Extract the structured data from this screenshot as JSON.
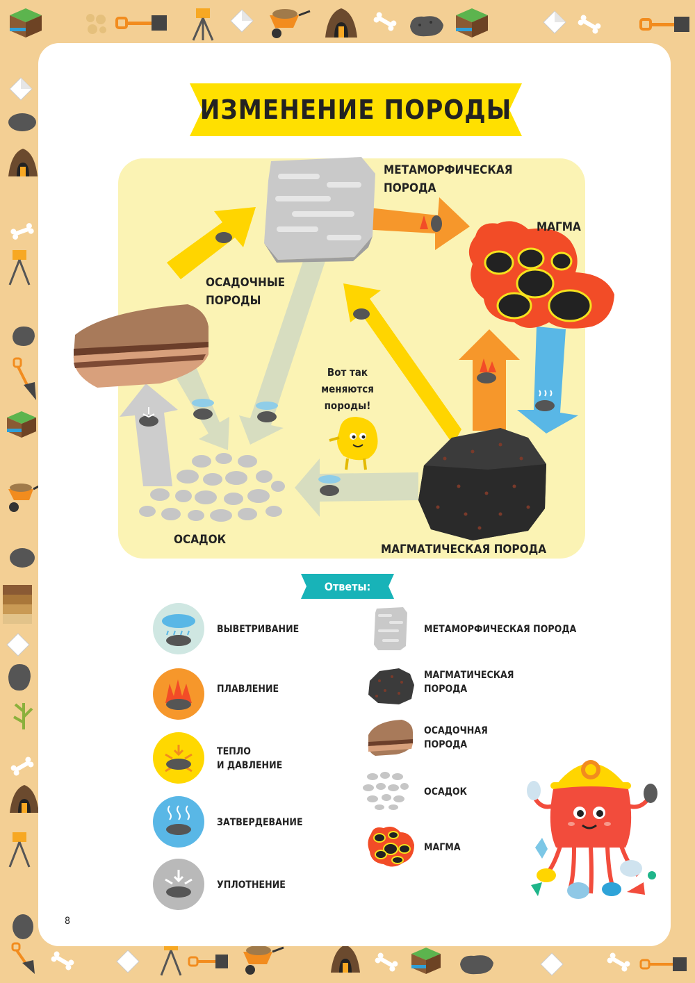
{
  "title": "ИЗМЕНЕНИЕ ПОРОДЫ",
  "cycle": {
    "metamorphic_label_1": "МЕТАМОРФИЧЕСКАЯ",
    "metamorphic_label_2": "ПОРОДА",
    "magma_label": "МАГМА",
    "sedimentary_label_1": "ОСАДОЧНЫЕ",
    "sedimentary_label_2": "ПОРОДЫ",
    "sediment_label": "ОСАДОК",
    "igneous_label": "МАГМАТИЧЕСКАЯ ПОРОДА",
    "note_1": "Вот так",
    "note_2": "меняются",
    "note_3": "породы!"
  },
  "answers": {
    "heading": "Ответы:",
    "processes": [
      {
        "label_1": "ВЫВЕТРИВАНИЕ",
        "label_2": ""
      },
      {
        "label_1": "ПЛАВЛЕНИЕ",
        "label_2": ""
      },
      {
        "label_1": "ТЕПЛО",
        "label_2": "И ДАВЛЕНИЕ"
      },
      {
        "label_1": "ЗАТВЕРДЕВАНИЕ",
        "label_2": ""
      },
      {
        "label_1": "УПЛОТНЕНИЕ",
        "label_2": ""
      }
    ],
    "rocks": [
      {
        "label_1": "МЕТАМОРФИЧЕСКАЯ ПОРОДА",
        "label_2": ""
      },
      {
        "label_1": "МАГМАТИЧЕСКАЯ",
        "label_2": "ПОРОДА"
      },
      {
        "label_1": "ОСАДОЧНАЯ",
        "label_2": "ПОРОДА"
      },
      {
        "label_1": "ОСАДОК",
        "label_2": ""
      },
      {
        "label_1": "МАГМА",
        "label_2": ""
      }
    ]
  },
  "page_number": "8",
  "colors": {
    "frame": "#f3cf94",
    "banner": "#ffe000",
    "panel": "#fbf3b4",
    "answers_badge": "#18b3b8",
    "weathering": "#cfe7e2",
    "melting": "#f6972b",
    "heat_pressure": "#ffd800",
    "cooling": "#59b7e6",
    "compaction": "#b9b9b9"
  }
}
